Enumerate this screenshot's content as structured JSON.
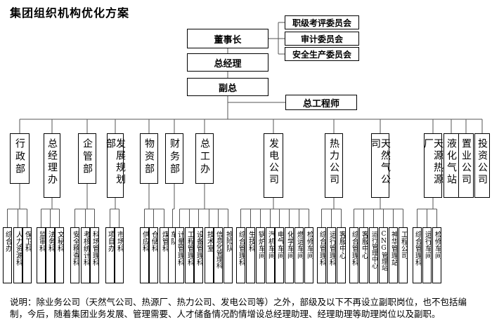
{
  "title": "集团组织机构优化方案",
  "top": {
    "board": "董事长",
    "gm": "总经理",
    "vice": "副总",
    "chief_engineer": "总工程师"
  },
  "committees": [
    "职级考评委员会",
    "审计委员会",
    "安全生产委员会"
  ],
  "departments": [
    {
      "name": "行政部",
      "units": [
        "综合办",
        "人力资源科",
        "保卫科"
      ]
    },
    {
      "name": "总经理办",
      "units": [
        "监审科",
        "法务科",
        "文秘科"
      ]
    },
    {
      "name": "企管部",
      "units": [
        "安全稽查科",
        "考核统计科",
        "科场管理科"
      ]
    },
    {
      "name": "发展规划部",
      "units": [
        "项目办",
        "市场科"
      ]
    },
    {
      "name": "物资部",
      "units": [
        "供应科",
        "仓储科",
        "煤管科"
      ]
    },
    {
      "name": "财务部",
      "units": [
        "车队"
      ]
    },
    {
      "name": "总工办",
      "units": [
        "计量管理科",
        "工程管理科",
        "设备管理科",
        "技术室",
        "信息化管理科",
        "抢险队"
      ]
    },
    {
      "name": "发电公司",
      "units": [
        "综合管理科",
        "生技科",
        "锅炉车间",
        "汽机车间",
        "电气车间",
        "化学车间",
        "燃运车间",
        "检修车间"
      ]
    },
    {
      "name": "热力公司",
      "units": [
        "综合管理科",
        "运行管理科",
        "客服中心"
      ]
    },
    {
      "name": "天然气公司",
      "units": [
        "综合管理科",
        "客服中心",
        "运行管理中心",
        "CNG管理站",
        "神华管理站",
        "工程公司"
      ]
    },
    {
      "name": "天源热源厂",
      "units": [
        "综合管理科",
        "运行车间",
        "检修车间"
      ]
    },
    {
      "name": "液化气站",
      "units": []
    },
    {
      "name": "置业公司",
      "units": []
    },
    {
      "name": "投资公司",
      "units": []
    }
  ],
  "note": "说明：除业务公司（天然气公司、热源厂、热力公司、发电公司等）之外，部级及以下不再设立副职岗位，也不包括编制，今后，随着集团业务发展、管理需要、人才储备情况酌情增设总经理助理、经理助理等助理岗位以及副职。"
}
